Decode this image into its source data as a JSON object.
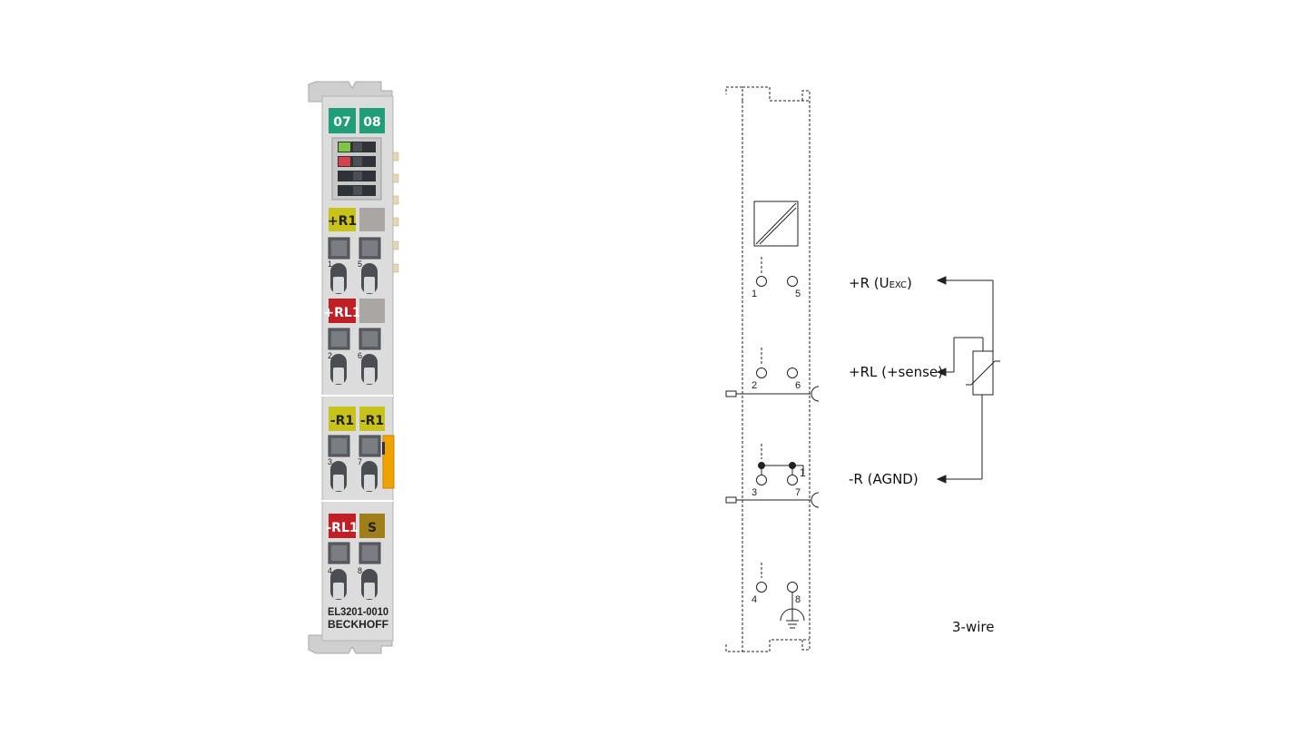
{
  "module": {
    "model": "EL3201-0010",
    "brand": "BECKHOFF",
    "id_labels": [
      "07",
      "08"
    ],
    "terminal_groups": [
      {
        "left_tag": "+R1",
        "right_tag": "",
        "pins": [
          "1",
          "5"
        ]
      },
      {
        "left_tag": "+RL1",
        "right_tag": "",
        "pins": [
          "2",
          "6"
        ]
      },
      {
        "left_tag": "-R1",
        "right_tag": "-R1",
        "pins": [
          "3",
          "7"
        ]
      },
      {
        "left_tag": "-RL1",
        "right_tag": "S",
        "pins": [
          "4",
          "8"
        ]
      }
    ],
    "colors": {
      "green_label": "#1f9e78",
      "yellow_tag": "#c8c31a",
      "red_tag": "#c01f25",
      "olive_tag": "#a07f1a",
      "orange_tab": "#f0a200",
      "led_green": "#7fc442",
      "led_red": "#d8404e",
      "housing": "#dcdcdc"
    }
  },
  "schematic": {
    "pins": {
      "p1": "1",
      "p5": "5",
      "p2": "2",
      "p6": "6",
      "p3": "3",
      "p7": "7",
      "p4": "4",
      "p8": "8"
    },
    "jumper_mark": "1",
    "labels": {
      "plus_r": "+R (U",
      "plus_r_sub": "EXC",
      "plus_r_close": ")",
      "plus_rl": "+RL (+sense)",
      "minus_r": "-R (AGND)",
      "mode": "3-wire"
    },
    "icons": [
      "converter-symbol-icon",
      "thermistor-icon",
      "ground-icon"
    ]
  }
}
